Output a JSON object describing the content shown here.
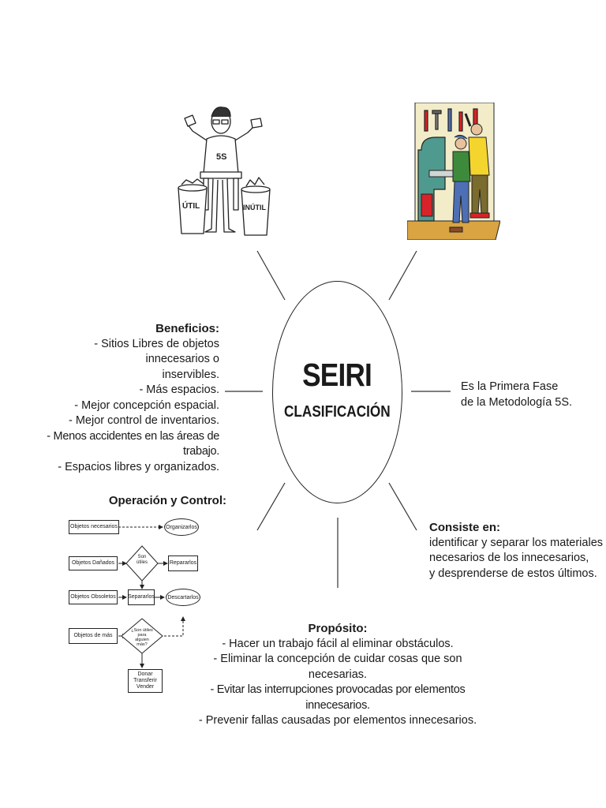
{
  "center": {
    "title": "SEIRI",
    "subtitle": "CLASIFICACIÓN"
  },
  "images": {
    "left": {
      "bin_left": "ÚTIL",
      "bin_right": "INÚTIL",
      "shirt": "5S"
    }
  },
  "phase": {
    "lines": [
      "Es la Primera Fase",
      "de la Metodología 5S."
    ]
  },
  "beneficios": {
    "heading": "Beneficios:",
    "lines": [
      "- Sitios Libres de objetos innecesarios o",
      "inservibles.",
      "- Más espacios.",
      "- Mejor concepción espacial.",
      "- Mejor control de inventarios.",
      "- Menos accidentes en las áreas de trabajo.",
      "- Espacios libres y organizados."
    ]
  },
  "operacion": {
    "heading": "Operación y Control:"
  },
  "flow": {
    "obj_necesarios": "Objetos necesarios",
    "organizarlos": "Organizarlos",
    "obj_danados": "Objetos Dañados",
    "son_utiles": "Son útiles",
    "repararlos": "Repararlos",
    "obj_obsoletos": "Objetos Obsoletos",
    "separarlos": "Separarlos",
    "descartarlos": "Descartarlos",
    "obj_de_mas": "Objetos de más",
    "util_alguien": "¿Son útiles para alguien más?",
    "donar": [
      "Donar",
      "Transferir",
      "Vender"
    ]
  },
  "consiste": {
    "heading": "Consiste en:",
    "lines": [
      "identificar y separar los materiales",
      "necesarios de los innecesarios,",
      "y desprenderse de estos últimos."
    ]
  },
  "proposito": {
    "heading": "Propósito:",
    "lines": [
      "- Hacer un trabajo fácil al eliminar obstáculos.",
      "- Eliminar la concepción de cuidar cosas que son necesarias.",
      "- Evitar las interrupciones provocadas por elementos innecesarios.",
      "- Prevenir fallas causadas por elementos innecesarios."
    ]
  },
  "colors": {
    "line": "#222222",
    "wall": "#f3ecc9",
    "floor": "#d9a441",
    "machine": "#4f9a8e",
    "red": "#d8232a",
    "shirt_yellow": "#f4d52d",
    "shirt_green": "#3e8a3c",
    "pants_blue": "#4d6fb5"
  }
}
